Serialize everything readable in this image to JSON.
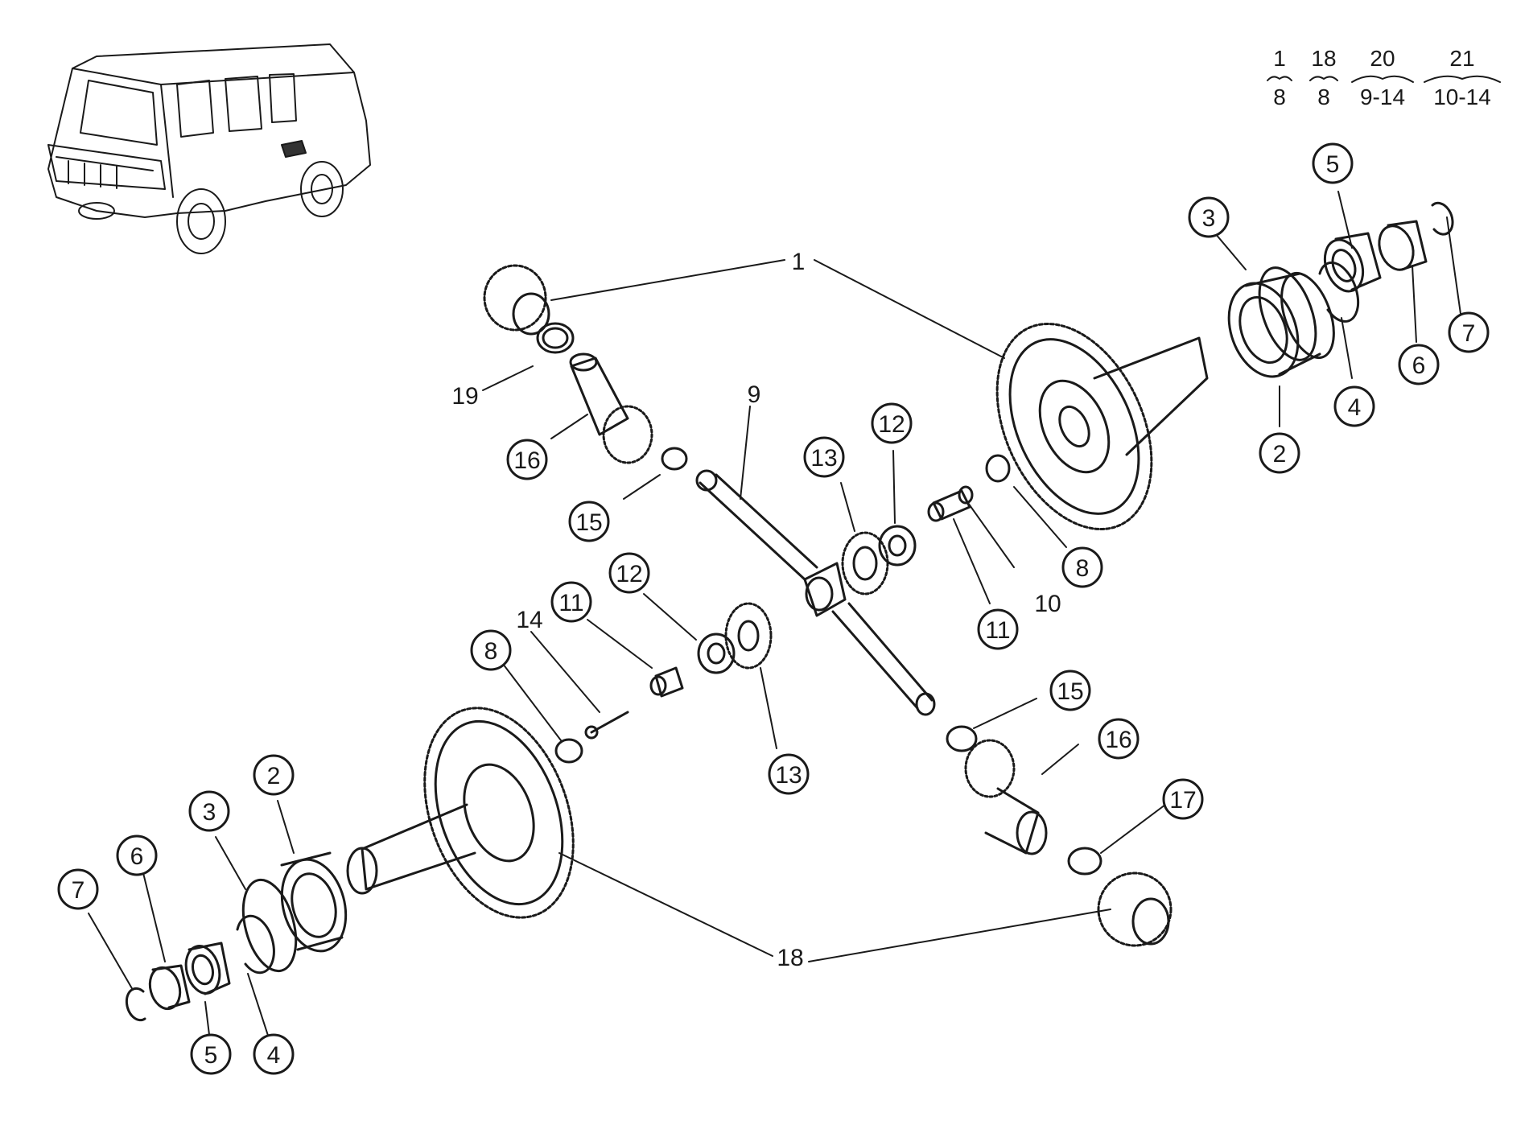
{
  "legend": {
    "groups": [
      {
        "top": "1",
        "bottom": "8"
      },
      {
        "top": "18",
        "bottom": "8"
      },
      {
        "top": "20",
        "bottom": "9-14"
      },
      {
        "top": "21",
        "bottom": "10-14"
      }
    ]
  },
  "callouts": {
    "c1": "1",
    "c3_top": "3",
    "c5_top": "5",
    "c7_top": "7",
    "c6_top": "6",
    "c4_top": "4",
    "c2_top": "2",
    "c19": "19",
    "c16_top": "16",
    "c9": "9",
    "c15_top": "15",
    "c13_top": "13",
    "c12_top": "12",
    "c11_top": "11",
    "c10": "10",
    "c8_top": "8",
    "c12_mid": "12",
    "c11_mid": "11",
    "c14": "14",
    "c8_mid": "8",
    "c13_mid": "13",
    "c15_bot": "15",
    "c16_bot": "16",
    "c17": "17",
    "c2_bot": "2",
    "c3_bot": "3",
    "c6_bot": "6",
    "c7_bot": "7",
    "c5_bot": "5",
    "c4_bot": "4",
    "c18": "18"
  },
  "icons": {
    "vehicle": "vehicle-locator-icon",
    "ring_gear": "ring-gear-icon",
    "pinion": "pinion-gear-icon",
    "bearing": "bearing-icon"
  }
}
